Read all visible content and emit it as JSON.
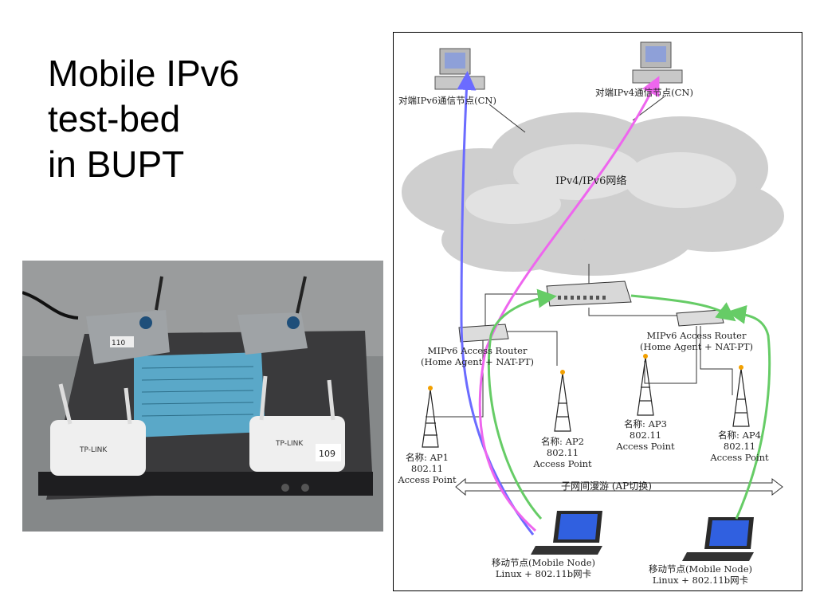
{
  "slide": {
    "title_lines": [
      "Mobile IPv6",
      "test-bed",
      "in BUPT"
    ]
  },
  "photo": {
    "device_labels": [
      "TP-LINK",
      "TP-LINK"
    ],
    "handwritten_tags": [
      "110",
      "109"
    ]
  },
  "diagram": {
    "cn_ipv6": "对端IPv6通信节点(CN)",
    "cn_ipv4": "对端IPv4通信节点(CN)",
    "network": "IPv4/IPv6网络",
    "router_left_line1": "MIPv6 Access Router",
    "router_left_line2": "(Home Agent + NAT-PT)",
    "router_right_line1": "MIPv6 Access Router",
    "router_right_line2": "(Home Agent + NAT-PT)",
    "ap1": [
      "名称: AP1",
      "802.11",
      "Access Point"
    ],
    "ap2": [
      "名称: AP2",
      "802.11",
      "Access Point"
    ],
    "ap3": [
      "名称: AP3",
      "802.11",
      "Access Point"
    ],
    "ap4": [
      "名称: AP4",
      "802.11",
      "Access Point"
    ],
    "roaming": "子网间漫游 (AP切换)",
    "mn_left_line1": "移动节点(Mobile Node)",
    "mn_left_line2": "Linux + 802.11b网卡",
    "mn_right_line1": "移动节点(Mobile Node)",
    "mn_right_line2": "Linux + 802.11b网卡",
    "colors": {
      "blue_path": "#6b6bff",
      "pink_path": "#ee66ee",
      "green_path": "#66cc66",
      "cloud": "#c8c8c8"
    }
  }
}
